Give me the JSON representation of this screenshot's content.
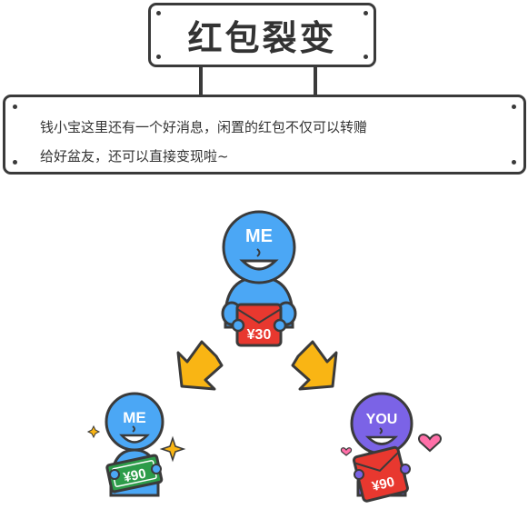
{
  "title": "红包裂变",
  "description": {
    "line1": "钱小宝这里还有一个好消息，闲置的红包不仅可以转赠",
    "line2": "给好盆友，还可以直接变现啦~"
  },
  "figures": {
    "top": {
      "label": "ME",
      "envelope": "¥30"
    },
    "left": {
      "label": "ME",
      "cash": "¥90"
    },
    "right": {
      "label": "YOU",
      "envelope": "¥90"
    }
  },
  "colors": {
    "outline": "#3a3a3a",
    "blue_figure": "#4ba7f5",
    "purple_figure": "#7b63e6",
    "red_envelope": "#e8382f",
    "green_cash": "#2d9c4a",
    "arrow": "#f9b514",
    "heart": "#ff6fa8"
  },
  "icons": [
    "arrow-down-left-icon",
    "arrow-down-right-icon",
    "heart-icon",
    "sparkle-icon"
  ]
}
